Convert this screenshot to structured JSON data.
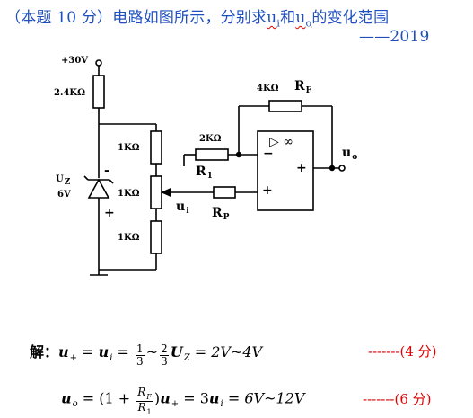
{
  "question": {
    "prefix": "（本题 10 分）电路如图所示，分别求",
    "ui": "u",
    "ui_sub": "i",
    "and": "和",
    "uo": "u",
    "uo_sub": "o",
    "suffix": "的变化范围",
    "year": "——2019"
  },
  "circuit": {
    "supply": "+30V",
    "r_top": "2.4KΩ",
    "r1k_top": "1KΩ",
    "r1k_mid": "1KΩ",
    "r1k_bot": "1KΩ",
    "uz_name": "U",
    "uz_sub": "Z",
    "uz_value": "6V",
    "uz_minus": "-",
    "uz_plus": "+",
    "r1_value": "2KΩ",
    "r1_name": "R",
    "r1_sub": "1",
    "rf_value": "4KΩ",
    "rf_name": "R",
    "rf_sub": "F",
    "rp_name": "R",
    "rp_sub": "P",
    "ui_name": "u",
    "ui_sub": "i",
    "uo_name": "u",
    "uo_sub": "o",
    "op_symbol": "▷ ∞",
    "op_minus": "−",
    "op_plus_in": "+",
    "op_plus_out": "+"
  },
  "solution": {
    "line1": {
      "label": "解：",
      "lhs_var": "u",
      "lhs_sub": "+",
      "eq1": " = ",
      "ui_var": "u",
      "ui_sub": "i",
      "eq2": " = ",
      "frac1_num": "1",
      "frac1_den": "3",
      "tilde": "~",
      "frac2_num": "2",
      "frac2_den": "3",
      "uz_var": "U",
      "uz_sub": "Z",
      "result": " = 2V~4V"
    },
    "line1_score": "-------(4 分)",
    "line2": {
      "uo_var": "u",
      "uo_sub": "o",
      "eq1": " =   (1 + ",
      "frac_num_var": "R",
      "frac_num_sub": "F",
      "frac_den_var": "R",
      "frac_den_sub": "1",
      "close": ")",
      "up_var": "u",
      "up_sub": "+",
      "eq2": " = 3",
      "ui_var": "u",
      "ui_sub": "i",
      "result": " = 6V~12V"
    },
    "line2_score": "-------(6 分)"
  },
  "colors": {
    "header_blue": "#1f4fbf",
    "score_red": "#e00000",
    "wavy_red": "#e00000"
  }
}
